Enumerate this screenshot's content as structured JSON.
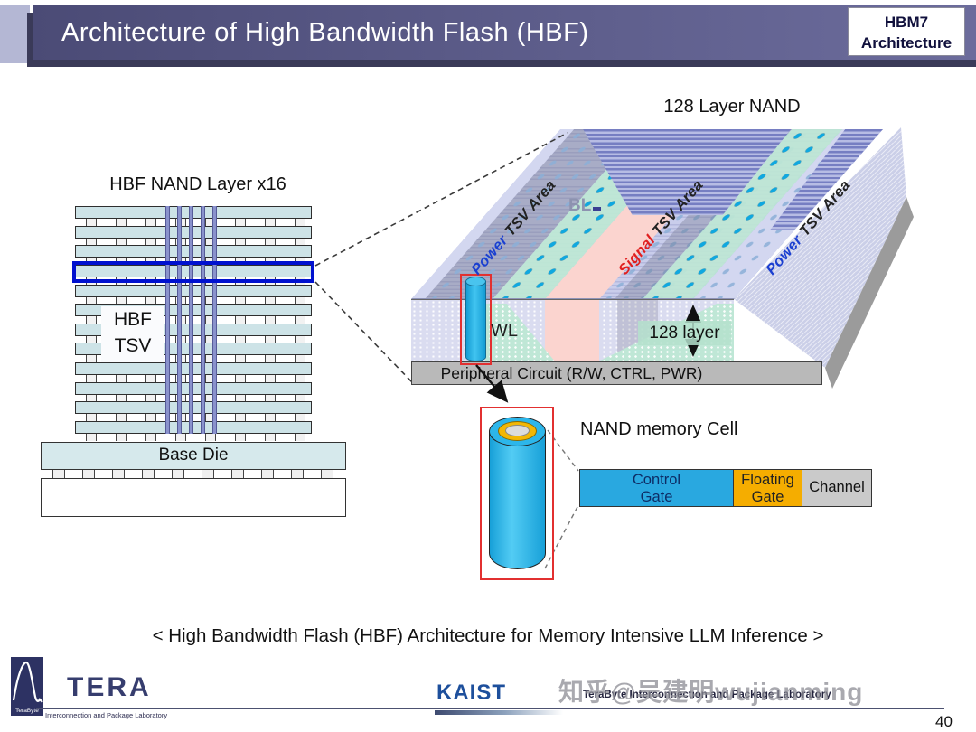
{
  "header": {
    "title": "Architecture of High Bandwidth Flash (HBF)",
    "badge": {
      "line1": "HBM7",
      "line2": "Architecture"
    }
  },
  "left_diagram": {
    "title": "HBF NAND Layer x16",
    "hbf_tsv": {
      "line1": "HBF",
      "line2": "TSV"
    },
    "base_die_label": "Base Die"
  },
  "right_diagram": {
    "title": "128 Layer NAND",
    "labels": {
      "power_left": "Power",
      "signal": "Signal",
      "power_right": "Power",
      "tsv_area_suffix": " TSV Area",
      "bl": "BL",
      "wl": "WL",
      "layer_span": "128 layer",
      "peripheral": "Peripheral Circuit (R/W, CTRL, PWR)"
    }
  },
  "nand_cell": {
    "title": "NAND memory Cell",
    "segments": [
      {
        "label_line1": "Control",
        "label_line2": "Gate",
        "color": "#29a8e0"
      },
      {
        "label_line1": "Floating",
        "label_line2": "Gate",
        "color": "#f5ad00"
      },
      {
        "label_line1": "Channel",
        "label_line2": "",
        "color": "#cacaca"
      }
    ]
  },
  "caption": "< High Bandwidth Flash (HBF) Architecture for Memory Intensive LLM Inference >",
  "footer": {
    "tera": {
      "square_text": "TeraByte",
      "wordmark": "TERA",
      "subtext": "Interconnection and Package Laboratory"
    },
    "kaist": "KAIST",
    "lab_name": "TeraByte Interconnection and Package Laboratory",
    "watermark": "知乎@吴建明wujianming",
    "page_number": "40"
  },
  "colors": {
    "header_bar_left": "#4b4b76",
    "header_bar_right": "#6c6c9c",
    "highlight_blue": "#0011cf",
    "tsv_purple": "#8a92cc",
    "layer_teal": "#cde3e7",
    "cell_cyan": "#29b2e6",
    "floating_orange": "#f5ad00",
    "signal_pink": "#fbd4cf",
    "power_text_blue": "#1b3fd0",
    "signal_text_red": "#e02020"
  }
}
